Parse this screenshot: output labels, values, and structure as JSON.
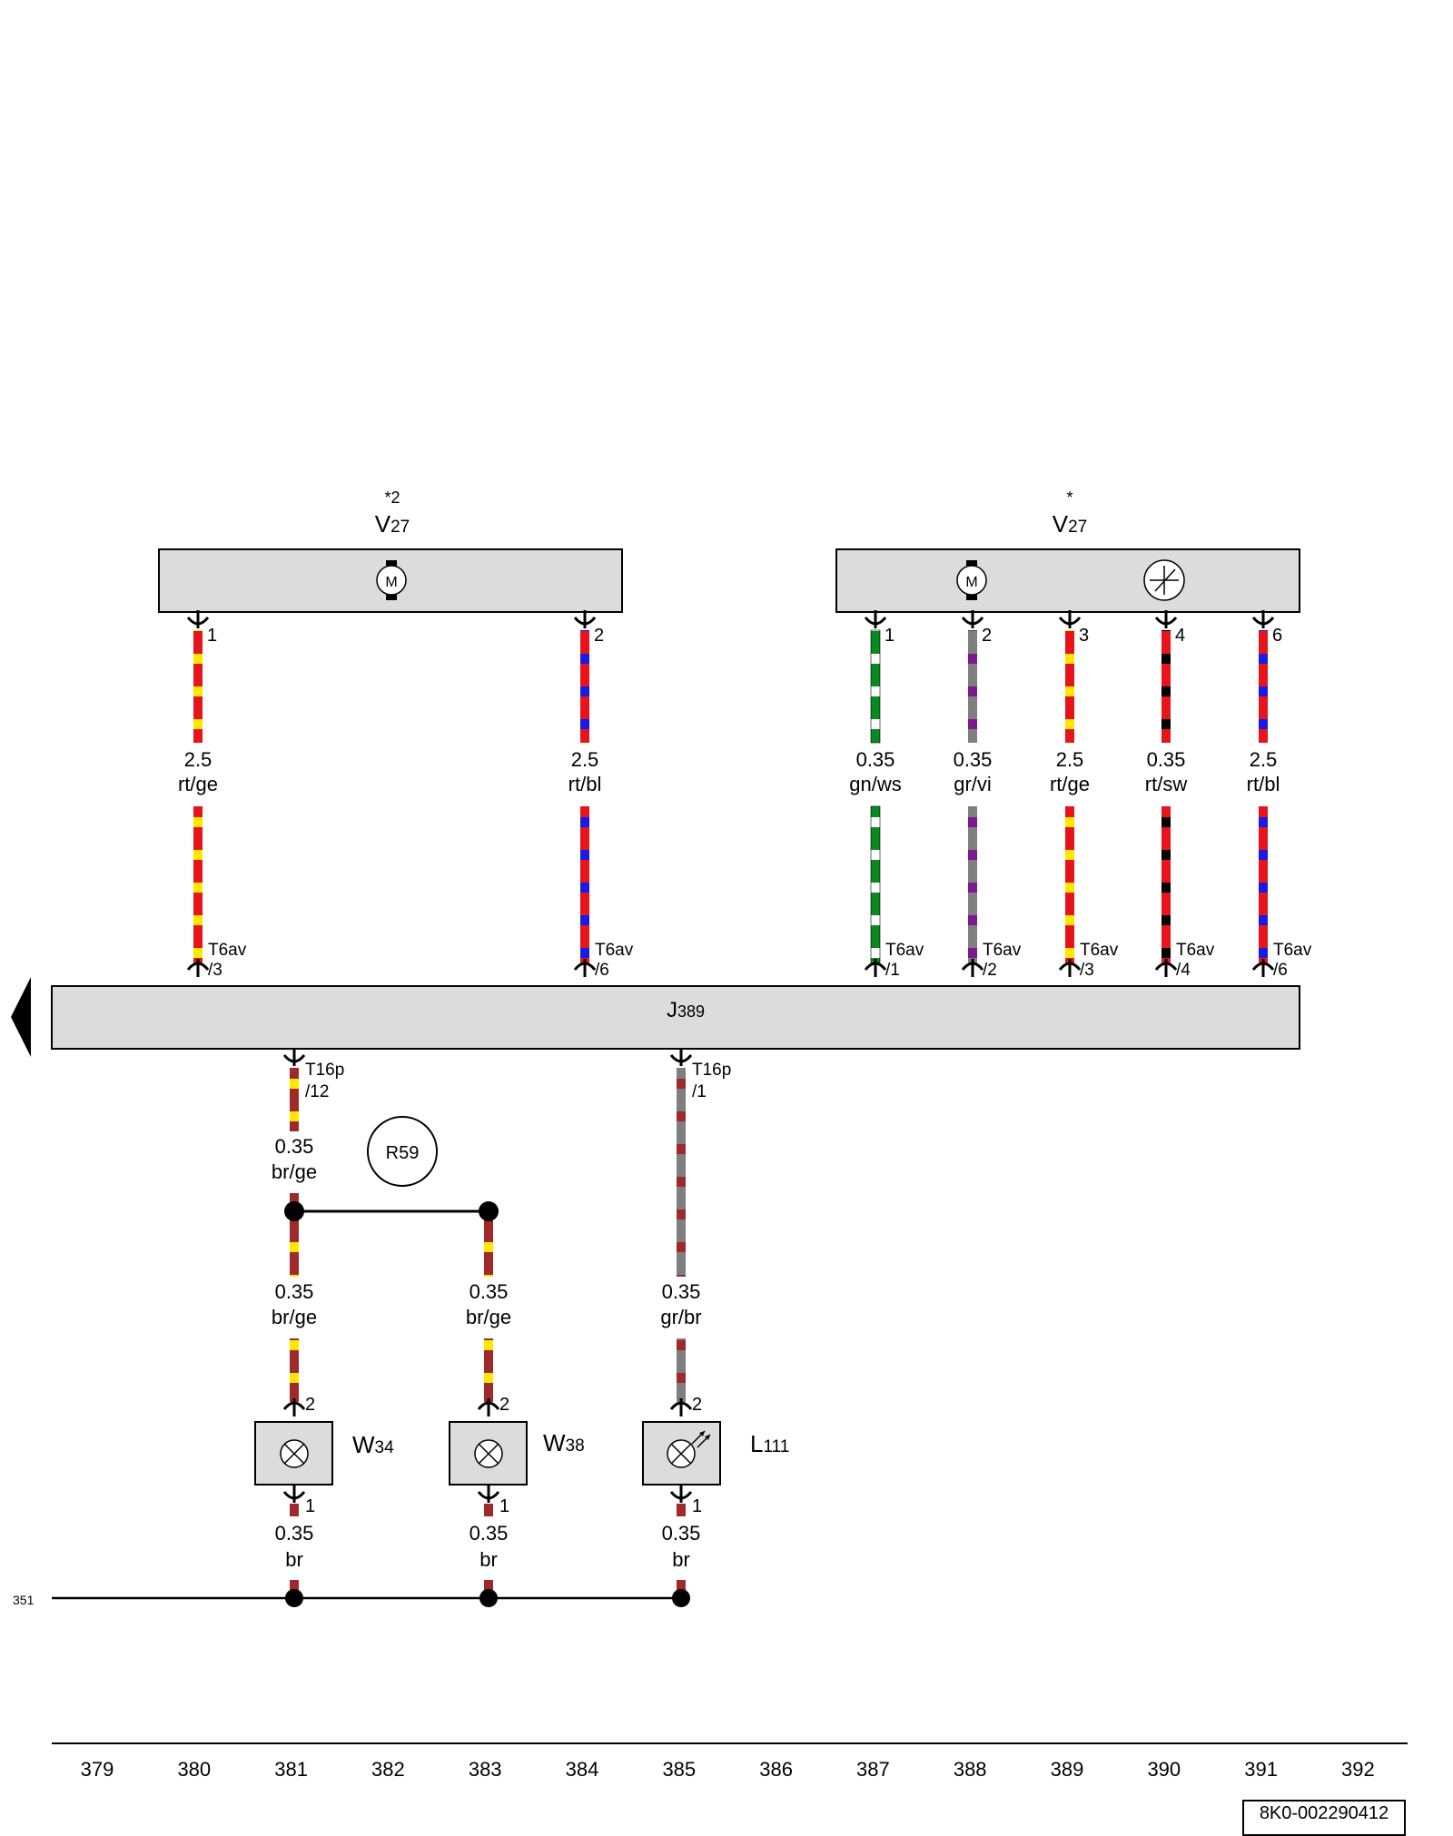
{
  "components": {
    "v27_left": {
      "marker": "*2",
      "code": "V",
      "sub": "27"
    },
    "v27_right": {
      "marker": "*",
      "code": "V",
      "sub": "27"
    },
    "j389": {
      "code": "J",
      "sub": "389"
    },
    "w34": {
      "code": "W",
      "sub": "34"
    },
    "w38": {
      "code": "W",
      "sub": "38"
    },
    "l111": {
      "code": "L",
      "sub": "111"
    },
    "r59": {
      "label": "R59"
    },
    "motor_symbol": "M"
  },
  "wires": [
    {
      "pin": "1",
      "size": "2.5",
      "color": "rt/ge",
      "conn": "T6av",
      "cpin": "/3"
    },
    {
      "pin": "2",
      "size": "2.5",
      "color": "rt/bl",
      "conn": "T6av",
      "cpin": "/6"
    },
    {
      "pin": "1",
      "size": "0.35",
      "color": "gn/ws",
      "conn": "T6av",
      "cpin": "/1"
    },
    {
      "pin": "2",
      "size": "0.35",
      "color": "gr/vi",
      "conn": "T6av",
      "cpin": "/2"
    },
    {
      "pin": "3",
      "size": "2.5",
      "color": "rt/ge",
      "conn": "T6av",
      "cpin": "/3"
    },
    {
      "pin": "4",
      "size": "0.35",
      "color": "rt/sw",
      "conn": "T6av",
      "cpin": "/4"
    },
    {
      "pin": "6",
      "size": "2.5",
      "color": "rt/bl",
      "conn": "T6av",
      "cpin": "/6"
    }
  ],
  "lower": {
    "c381": {
      "conn": "T16p",
      "cpin": "/12",
      "size": "0.35",
      "color": "br/ge"
    },
    "c385": {
      "conn": "T16p",
      "cpin": "/1",
      "size": "0.35",
      "color": "gr/br"
    },
    "w34_in": {
      "size": "0.35",
      "color": "br/ge",
      "pin": "2"
    },
    "w38_in": {
      "size": "0.35",
      "color": "br/ge",
      "pin": "2"
    },
    "l111_in": {
      "size": "0.35",
      "color": "gr/br",
      "pin": "2"
    },
    "w34_out": {
      "size": "0.35",
      "color": "br",
      "pin": "1"
    },
    "w38_out": {
      "size": "0.35",
      "color": "br",
      "pin": "1"
    },
    "l111_out": {
      "size": "0.35",
      "color": "br",
      "pin": "1"
    }
  },
  "ground_ref": "351",
  "ruler": [
    "379",
    "380",
    "381",
    "382",
    "383",
    "384",
    "385",
    "386",
    "387",
    "388",
    "389",
    "390",
    "391",
    "392"
  ],
  "doc_id": "8K0-002290412",
  "colors": {
    "rt": "#e8141b",
    "ge": "#ffe800",
    "bl": "#1a1ae6",
    "gn": "#0a8a1e",
    "ws": "#ffffff",
    "gr": "#7f7f7f",
    "vi": "#7b1a8c",
    "sw": "#000000",
    "br": "#9e2a2b",
    "box": "#dcdcdc"
  }
}
